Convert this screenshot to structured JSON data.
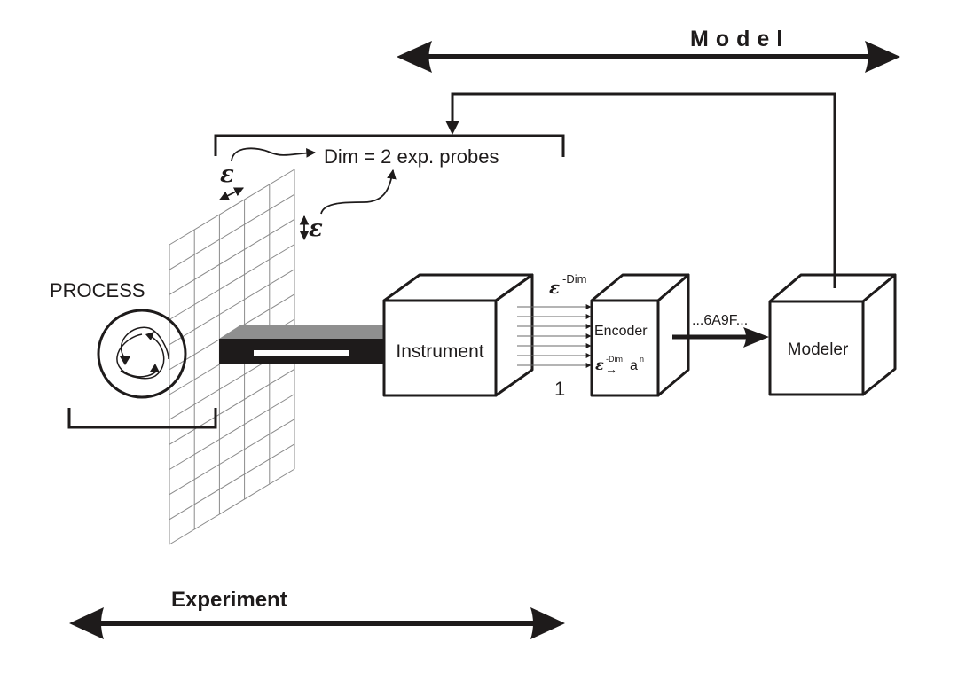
{
  "diagram": {
    "model_label": "Model",
    "experiment_label": "Experiment",
    "process_label": "PROCESS",
    "probes_label": "Dim = 2 exp. probes",
    "epsilon_symbol": "ε",
    "instrument_label": "Instrument",
    "encoder_label": "Encoder",
    "encoder_formula": {
      "epsilon": "ε",
      "exponent": "-Dim",
      "arrow": "→",
      "base": "a",
      "power": "n"
    },
    "epsilon_dim": {
      "epsilon": "ε",
      "exponent": "-Dim"
    },
    "one_label": "1",
    "stream_label": "...6A9F...",
    "modeler_label": "Modeler",
    "signal_line_count": 7,
    "colors": {
      "ink": "#1e1b1b",
      "grid": "#8a8a8a",
      "probe_top": "#8f8f8f",
      "probe_body": "#1e1b1b"
    }
  }
}
